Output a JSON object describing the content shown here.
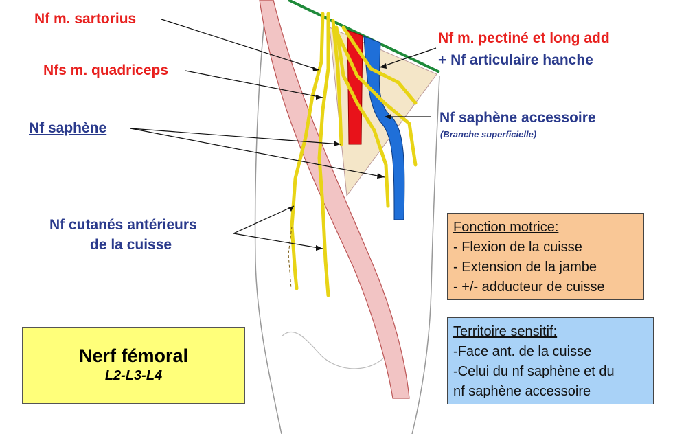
{
  "labels": {
    "sartorius": "Nf m. sartorius",
    "quadriceps": "Nfs m. quadriceps",
    "saphene": "Nf saphène",
    "cutanes_line1": "Nf  cutanés antérieurs",
    "cutanes_line2": "de la cuisse",
    "pectine_line1": "Nf m. pectiné et long  add",
    "pectine_line2": "+ Nf articulaire hanche",
    "saphene_accessoire": "Nf saphène accessoire",
    "branche_superficielle": "(Branche superficielle)"
  },
  "fonction_motrice": {
    "heading": "Fonction motrice:",
    "items": [
      "- Flexion de la cuisse",
      "- Extension de la jambe",
      "- +/- adducteur de cuisse"
    ]
  },
  "territoire_sensitif": {
    "heading": "Territoire sensitif:",
    "items": [
      "-Face ant. de la cuisse",
      "-Celui du nf saphène et du",
      "nf saphène accessoire"
    ]
  },
  "title": {
    "name": "Nerf fémoral",
    "roots": "L2-L3-L4"
  },
  "colors": {
    "label_red": "#e8201e",
    "label_blue": "#2a3a8c",
    "nerve": "#f2e01c",
    "artery": "#e8121a",
    "vein": "#1f6fd8",
    "muscle": "#f2c4c4",
    "fonction_box": "#f9c796",
    "territoire_box": "#a9d2f7",
    "title_box": "#ffff7a"
  }
}
